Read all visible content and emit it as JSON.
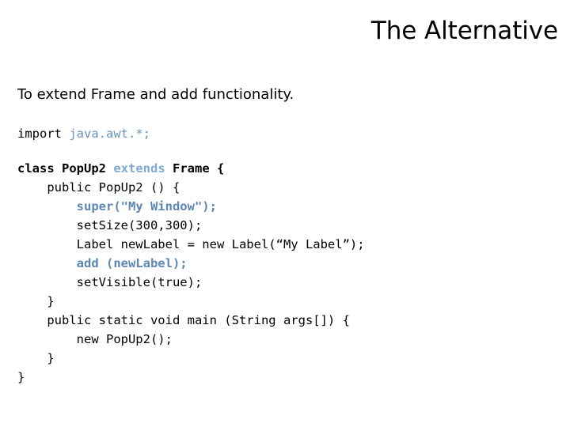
{
  "slide": {
    "title": "The Alternative",
    "subtitle": "To extend Frame and add functionality.",
    "colors": {
      "background": "#ffffff",
      "text": "#000000",
      "code_blue": "#6b93c0",
      "code_blue_light": "#7ea9d6",
      "code_blue_bold": "#5c86b4"
    }
  },
  "code": {
    "language": "java",
    "lines": [
      {
        "id": "line-import",
        "indent": 0,
        "gap_after": true,
        "tokens": [
          {
            "text": "import ",
            "style": "plain"
          },
          {
            "text": "java.awt.*;",
            "style": "blue"
          }
        ]
      },
      {
        "id": "line-class-decl",
        "indent": 0,
        "gap_after": false,
        "tokens": [
          {
            "text": "class PopUp2 ",
            "style": "bold"
          },
          {
            "text": "extends",
            "style": "blue-light"
          },
          {
            "text": " Frame {",
            "style": "bold"
          }
        ]
      },
      {
        "id": "line-constructor",
        "indent": 1,
        "gap_after": false,
        "tokens": [
          {
            "text": "public PopUp2 () {",
            "style": "plain"
          }
        ]
      },
      {
        "id": "line-super",
        "indent": 2,
        "gap_after": false,
        "tokens": [
          {
            "text": "super(\"My Window\");",
            "style": "blue-bold"
          }
        ]
      },
      {
        "id": "line-setsize",
        "indent": 2,
        "gap_after": false,
        "tokens": [
          {
            "text": "setSize(300,300);",
            "style": "plain"
          }
        ]
      },
      {
        "id": "line-label",
        "indent": 2,
        "gap_after": false,
        "tokens": [
          {
            "text": "Label newLabel = new Label(“My Label”);",
            "style": "plain"
          }
        ]
      },
      {
        "id": "line-add",
        "indent": 2,
        "gap_after": false,
        "tokens": [
          {
            "text": "add (newLabel);",
            "style": "blue-bold"
          }
        ]
      },
      {
        "id": "line-setvisible",
        "indent": 2,
        "gap_after": false,
        "tokens": [
          {
            "text": "setVisible(true);",
            "style": "plain"
          }
        ]
      },
      {
        "id": "line-close-constructor",
        "indent": 1,
        "gap_after": false,
        "tokens": [
          {
            "text": "}",
            "style": "plain"
          }
        ]
      },
      {
        "id": "line-main",
        "indent": 1,
        "gap_after": false,
        "tokens": [
          {
            "text": "public static void main (String args[]) {",
            "style": "plain"
          }
        ]
      },
      {
        "id": "line-new-popup",
        "indent": 2,
        "gap_after": false,
        "tokens": [
          {
            "text": "new PopUp2();",
            "style": "plain"
          }
        ]
      },
      {
        "id": "line-close-main",
        "indent": 1,
        "gap_after": false,
        "tokens": [
          {
            "text": "}",
            "style": "plain"
          }
        ]
      },
      {
        "id": "line-close-class",
        "indent": 0,
        "gap_after": false,
        "tokens": [
          {
            "text": "}",
            "style": "plain"
          }
        ]
      }
    ]
  }
}
